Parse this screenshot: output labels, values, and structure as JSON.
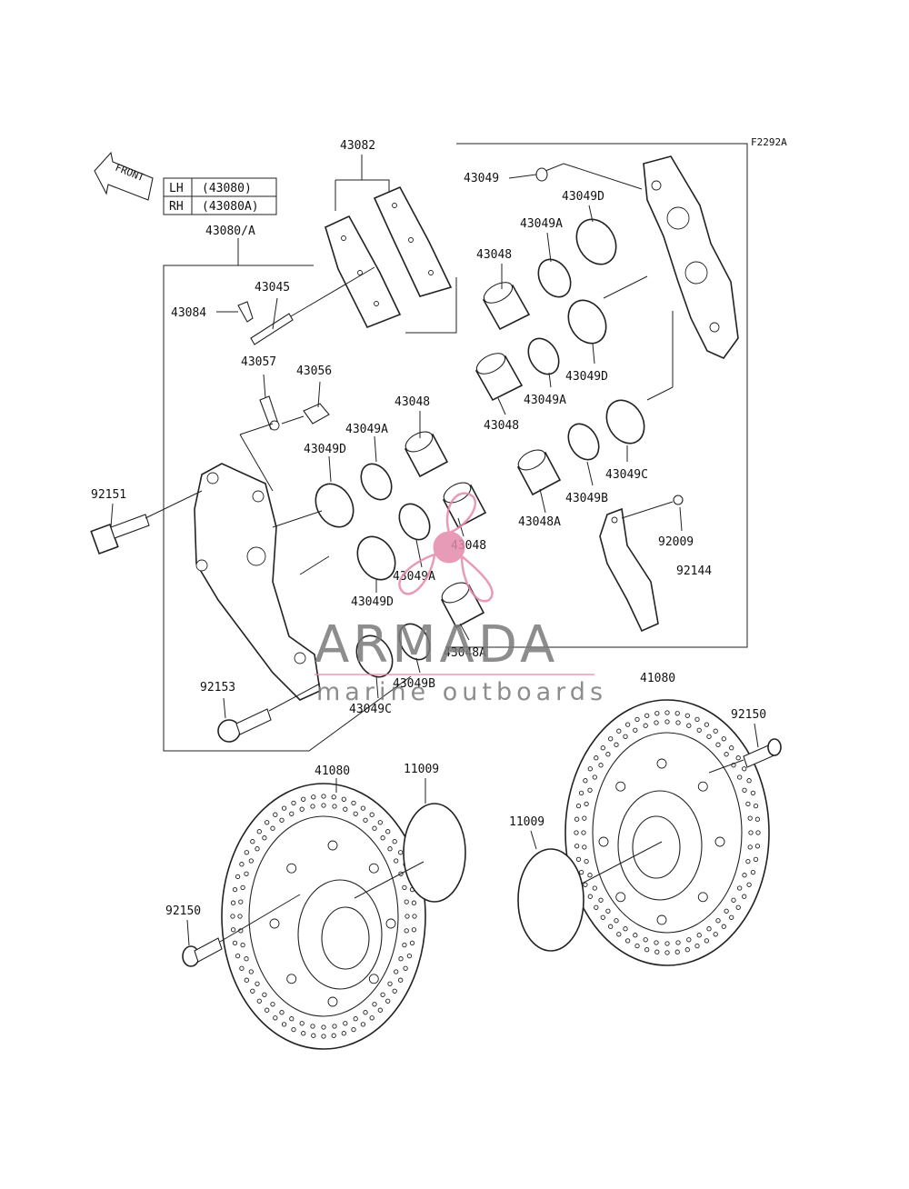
{
  "figure_code": "F2292A",
  "front_label": "FRONT",
  "side_table": [
    {
      "side": "LH",
      "part": "(43080)"
    },
    {
      "side": "RH",
      "part": "(43080A)"
    }
  ],
  "parts": {
    "caliper_assy": "43080/A",
    "pad_set": "43082",
    "pin": "43045",
    "clip": "43084",
    "bleeder_cap": "43057",
    "bleeder_valve": "43056",
    "bolt_upper": "92151",
    "bolt_lower": "92153",
    "caliper_seal": "43049",
    "seal_d_1": "43049D",
    "seal_a_1": "43049A",
    "piston_1": "43048",
    "seal_d_2": "43049D",
    "seal_a_2": "43049A",
    "piston_2": "43048",
    "seal_c_1": "43049C",
    "seal_b_1": "43049B",
    "piston_a_1": "43048A",
    "nut": "92009",
    "bracket": "92144",
    "piston_3": "43048",
    "seal_a_3": "43049A",
    "seal_d_3": "43049D",
    "seal_d_4": "43049D",
    "piston_4": "43048",
    "seal_a_4": "43049A",
    "piston_a_2": "43048A",
    "seal_b_2": "43049B",
    "seal_c_2": "43049C",
    "disc_right": "41080",
    "disc_left": "41080",
    "bolt_disc_right": "92150",
    "bolt_disc_left": "92150",
    "shim_left": "11009",
    "shim_right": "11009"
  },
  "watermark": {
    "title": "ARMADA",
    "subtitle": "marine outboards",
    "logo": "propeller-logo",
    "title_color": "#7a7a7a",
    "accent_color": "#e58aaa"
  }
}
